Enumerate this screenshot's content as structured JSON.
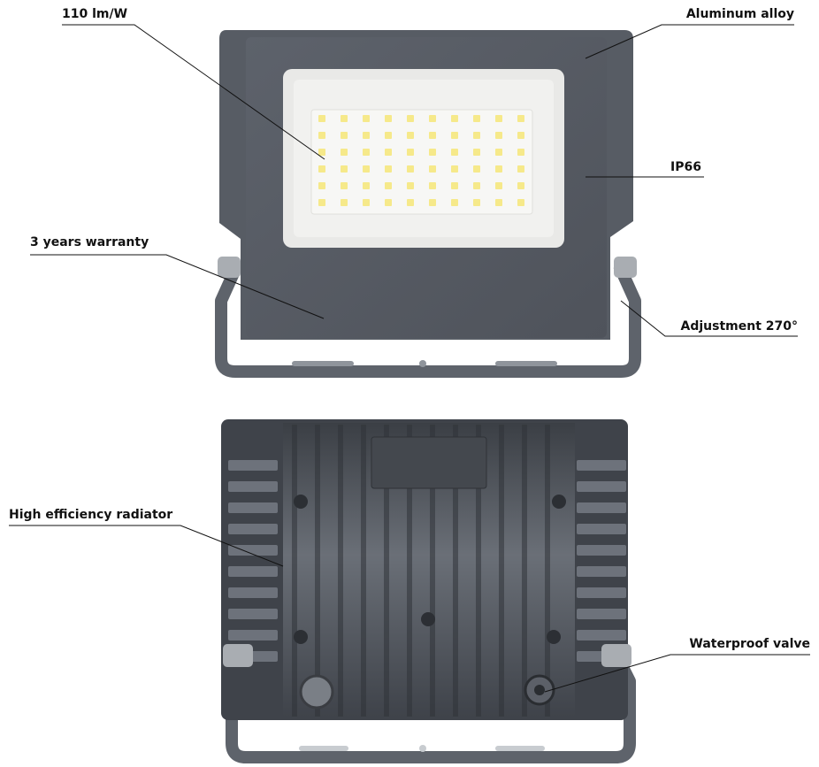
{
  "callouts": {
    "efficacy": "110 lm/W",
    "material": "Aluminum alloy",
    "ip_rating": "IP66",
    "warranty": "3 years warranty",
    "adjustment": "Adjustment 270°",
    "radiator": "High efficiency radiator",
    "valve": "Waterproof valve"
  },
  "colors": {
    "housing": "#5a5f68",
    "housing_dark": "#3f434a",
    "bezel": "#696e77",
    "diffuser": "#eeeeee",
    "led_panel": "#f4f4f2",
    "led": "#f6e98a",
    "back": "#4a4e55",
    "fin": "#6d727b",
    "bracket": "#5e636b",
    "bolt": "#a9adb2"
  },
  "icons": {
    "front": "floodlight-front-view",
    "back": "floodlight-back-view"
  }
}
